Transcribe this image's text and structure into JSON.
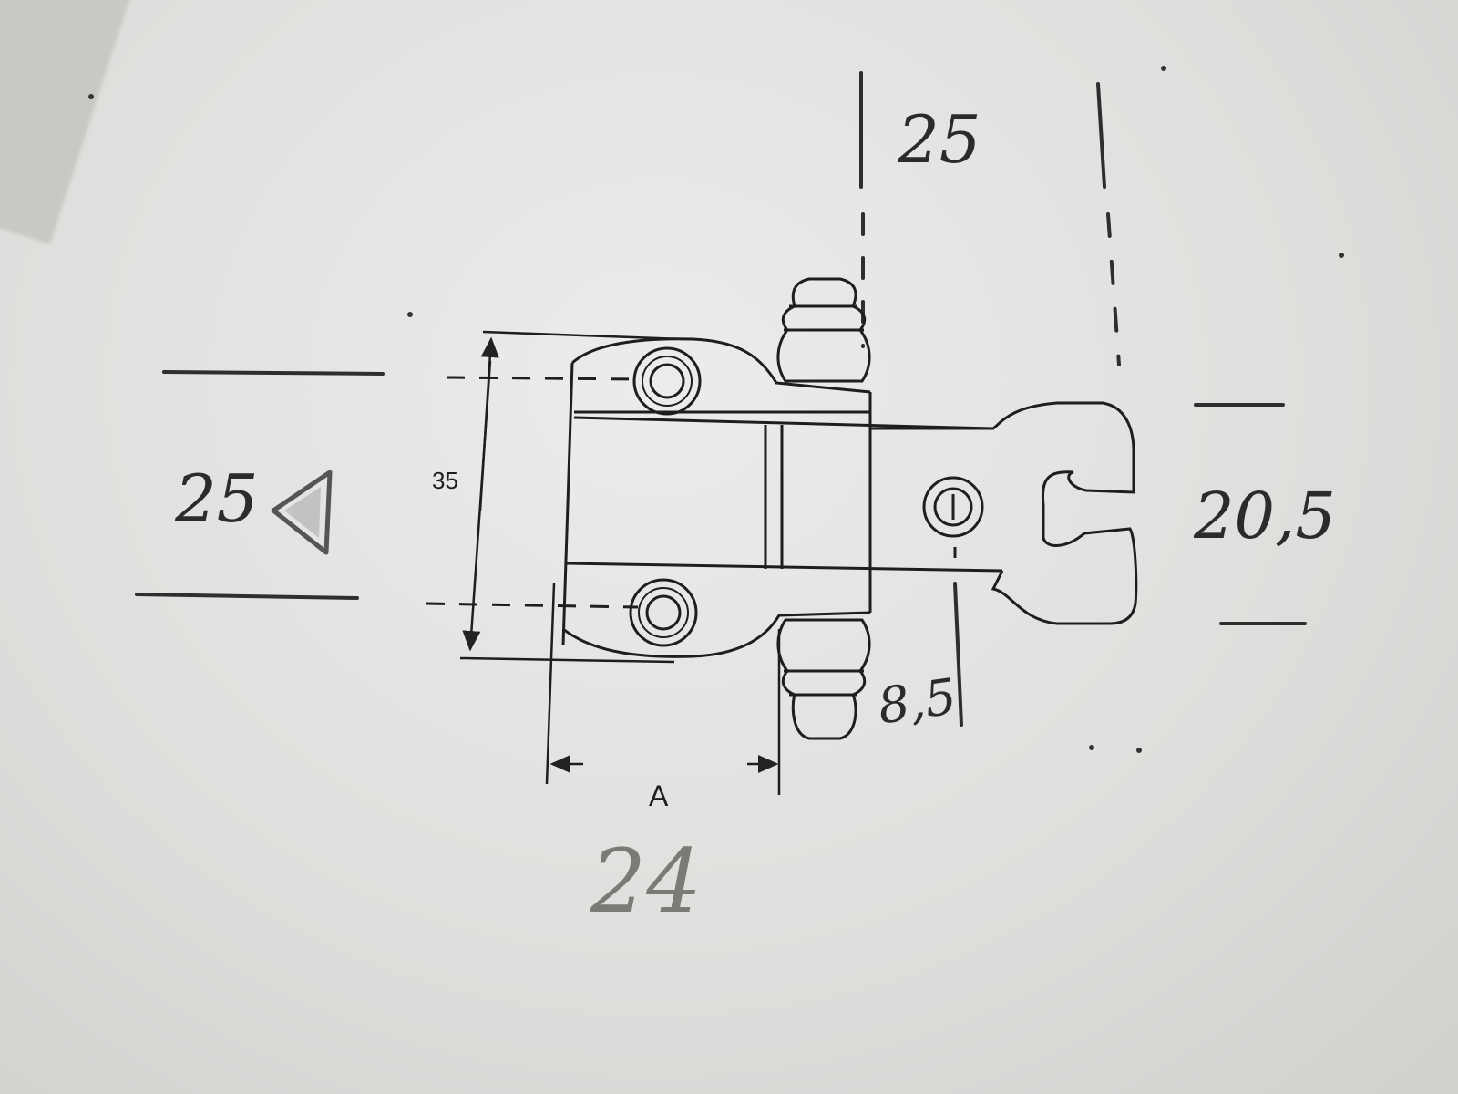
{
  "drawing": {
    "printed_labels": {
      "height": "35",
      "width_symbol": "A"
    },
    "handwritten": {
      "top": "25",
      "left": "25",
      "right": "20,5",
      "small": "8,5",
      "bottom": "24"
    },
    "ink_color": "#2b2b2b",
    "paper_color": "#e2e3e0"
  }
}
